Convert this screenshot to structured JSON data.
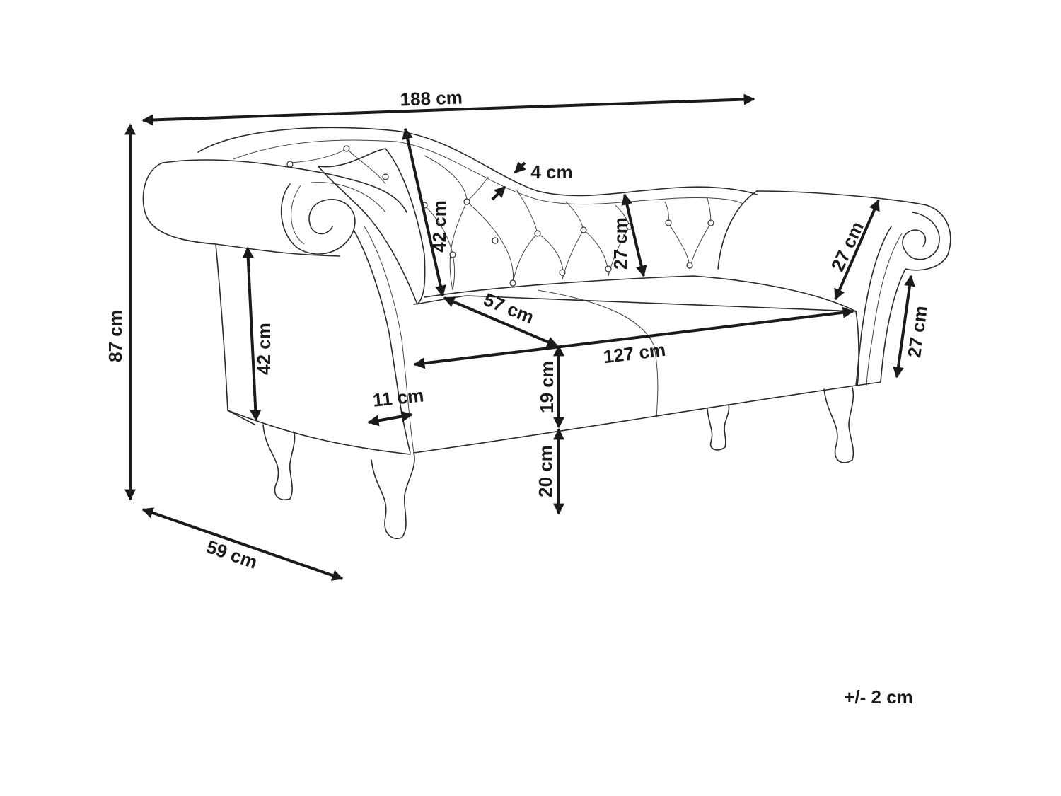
{
  "dimensions": {
    "total_length": "188 cm",
    "total_height": "87 cm",
    "total_depth": "59 cm",
    "arm_height_left": "42 cm",
    "backrest_height": "42 cm",
    "frame_thickness": "4 cm",
    "backrest_mid_height": "27 cm",
    "right_arm_height": "27 cm",
    "right_arm_side": "27 cm",
    "seat_depth": "57 cm",
    "seat_length": "127 cm",
    "arm_width": "11 cm",
    "seat_thickness": "19 cm",
    "leg_height": "20 cm"
  },
  "tolerance": "+/- 2 cm"
}
